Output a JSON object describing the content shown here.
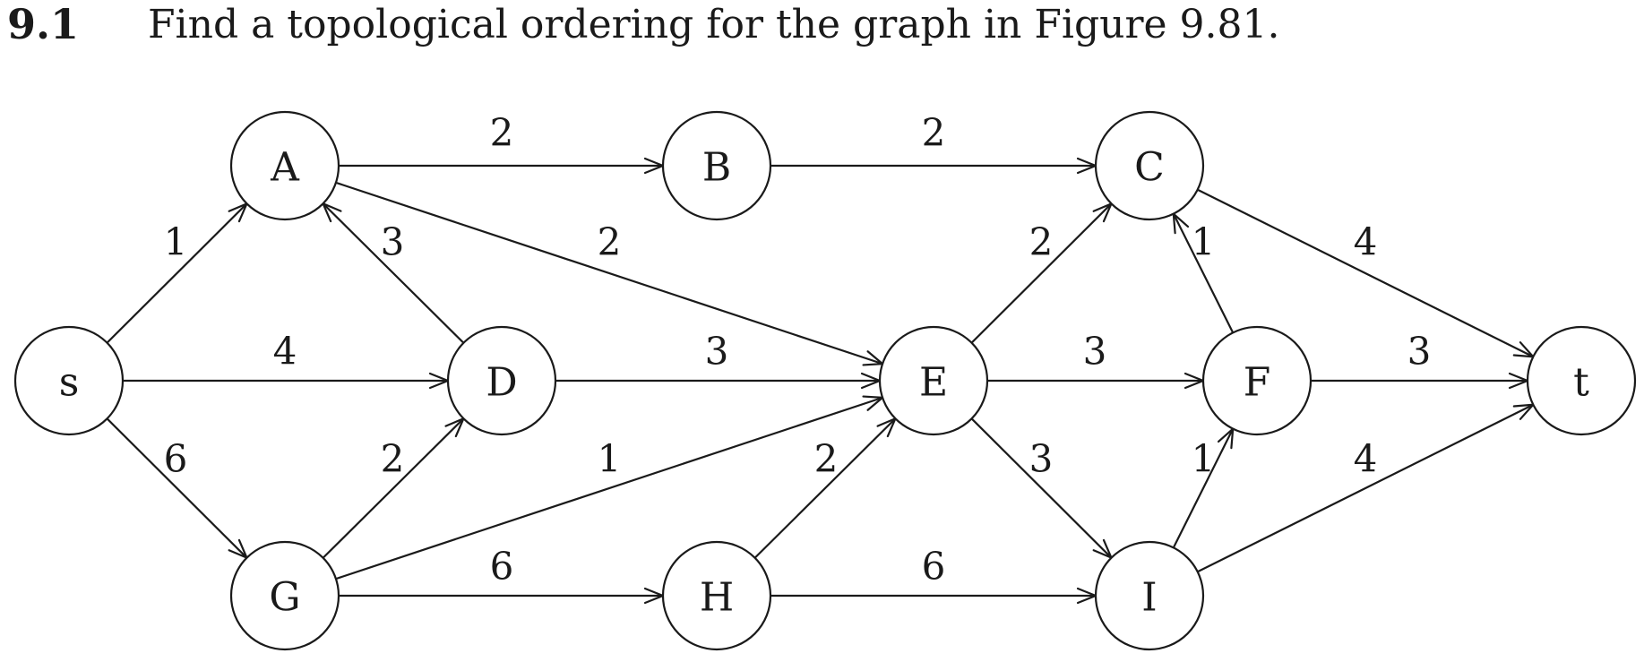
{
  "problem": {
    "number": "9.1",
    "text": "Find a topological ordering for the graph in Figure 9.81."
  },
  "graph": {
    "nodes": [
      {
        "id": "s",
        "label": "s"
      },
      {
        "id": "A",
        "label": "A"
      },
      {
        "id": "B",
        "label": "B"
      },
      {
        "id": "C",
        "label": "C"
      },
      {
        "id": "D",
        "label": "D"
      },
      {
        "id": "E",
        "label": "E"
      },
      {
        "id": "F",
        "label": "F"
      },
      {
        "id": "G",
        "label": "G"
      },
      {
        "id": "H",
        "label": "H"
      },
      {
        "id": "I",
        "label": "I"
      },
      {
        "id": "t",
        "label": "t"
      }
    ],
    "edges": [
      {
        "from": "s",
        "to": "A",
        "weight": "1"
      },
      {
        "from": "s",
        "to": "D",
        "weight": "4"
      },
      {
        "from": "s",
        "to": "G",
        "weight": "6"
      },
      {
        "from": "A",
        "to": "B",
        "weight": "2"
      },
      {
        "from": "A",
        "to": "E",
        "weight": "2"
      },
      {
        "from": "D",
        "to": "A",
        "weight": "3"
      },
      {
        "from": "D",
        "to": "E",
        "weight": "3"
      },
      {
        "from": "G",
        "to": "D",
        "weight": "2"
      },
      {
        "from": "G",
        "to": "E",
        "weight": "1"
      },
      {
        "from": "G",
        "to": "H",
        "weight": "6"
      },
      {
        "from": "B",
        "to": "C",
        "weight": "2"
      },
      {
        "from": "H",
        "to": "E",
        "weight": "2"
      },
      {
        "from": "H",
        "to": "I",
        "weight": "6"
      },
      {
        "from": "E",
        "to": "C",
        "weight": "2"
      },
      {
        "from": "E",
        "to": "F",
        "weight": "3"
      },
      {
        "from": "E",
        "to": "I",
        "weight": "3"
      },
      {
        "from": "F",
        "to": "C",
        "weight": "1"
      },
      {
        "from": "I",
        "to": "F",
        "weight": "1"
      },
      {
        "from": "C",
        "to": "t",
        "weight": "4"
      },
      {
        "from": "F",
        "to": "t",
        "weight": "3"
      },
      {
        "from": "I",
        "to": "t",
        "weight": "4"
      }
    ]
  }
}
